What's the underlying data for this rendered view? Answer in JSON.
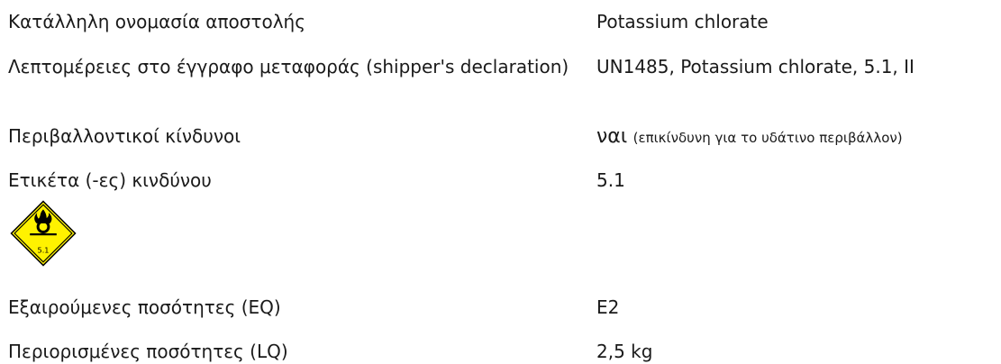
{
  "rows": [
    {
      "label": "Κατάλληλη ονομασία αποστολής",
      "value": "Potassium chlorate"
    },
    {
      "label": "Λεπτομέρειες στο έγγραφο μεταφοράς (shipper's declaration)",
      "value": "UN1485, Potassium chlorate, 5.1, II"
    },
    {
      "label": "Περιβαλλοντικοί κίνδυνοι",
      "value": "ναι",
      "note": "(επικίνδυνη για το υδάτινο περιβάλλον)"
    },
    {
      "label": "Ετικέτα (-ες) κινδύνου",
      "value": "5.1"
    },
    {
      "label": "Εξαιρούμενες ποσότητες (EQ)",
      "value": "E2"
    },
    {
      "label": "Περιορισμένες ποσότητες (LQ)",
      "value": "2,5 kg"
    }
  ],
  "hazard_label": {
    "icon": "oxidizer-flame-over-circle-icon",
    "class_text": "5.1",
    "colors": {
      "background": "#fff200",
      "border": "#000000"
    }
  }
}
